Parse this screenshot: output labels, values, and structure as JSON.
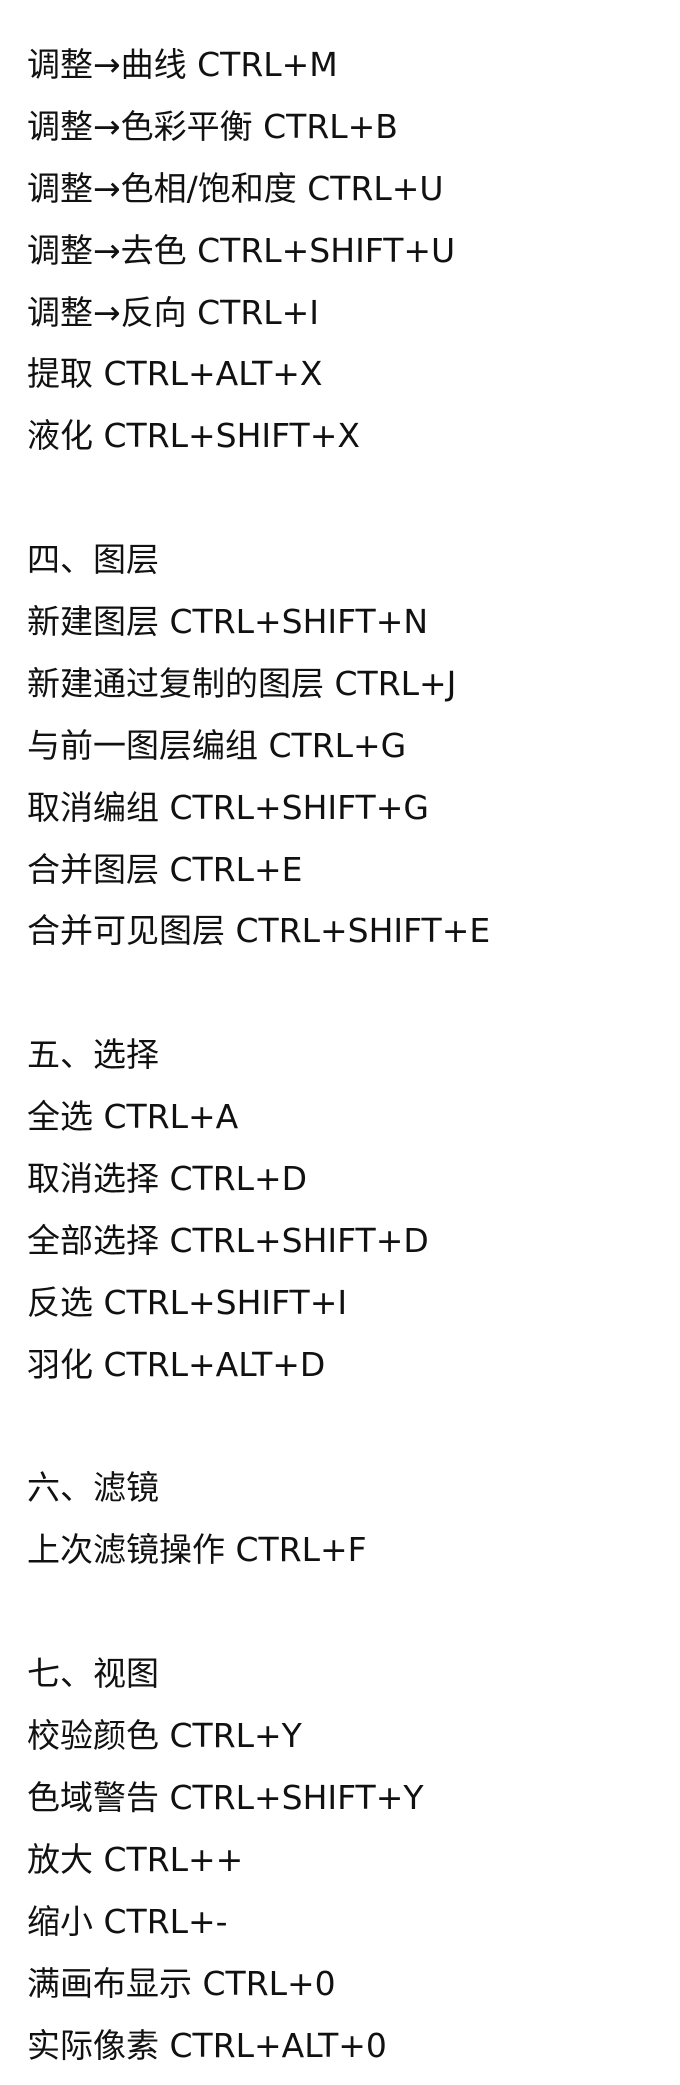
{
  "sections": [
    {
      "heading": null,
      "items": [
        "调整→曲线 CTRL+M",
        "调整→色彩平衡 CTRL+B",
        "调整→色相/饱和度 CTRL+U",
        "调整→去色 CTRL+SHIFT+U",
        "调整→反向 CTRL+I",
        "提取 CTRL+ALT+X",
        "液化 CTRL+SHIFT+X"
      ]
    },
    {
      "heading": "四、图层",
      "items": [
        "新建图层 CTRL+SHIFT+N",
        "新建通过复制的图层 CTRL+J",
        "与前一图层编组 CTRL+G",
        "取消编组 CTRL+SHIFT+G",
        "合并图层 CTRL+E",
        "合并可见图层 CTRL+SHIFT+E"
      ]
    },
    {
      "heading": "五、选择",
      "items": [
        "全选 CTRL+A",
        "取消选择 CTRL+D",
        "全部选择 CTRL+SHIFT+D",
        "反选 CTRL+SHIFT+I",
        "羽化 CTRL+ALT+D"
      ]
    },
    {
      "heading": "六、滤镜",
      "items": [
        "上次滤镜操作 CTRL+F"
      ]
    },
    {
      "heading": "七、视图",
      "items": [
        "校验颜色 CTRL+Y",
        "色域警告 CTRL+SHIFT+Y",
        "放大 CTRL++",
        "缩小 CTRL+-",
        "满画布显示 CTRL+0",
        "实际像素 CTRL+ALT+0"
      ]
    }
  ]
}
